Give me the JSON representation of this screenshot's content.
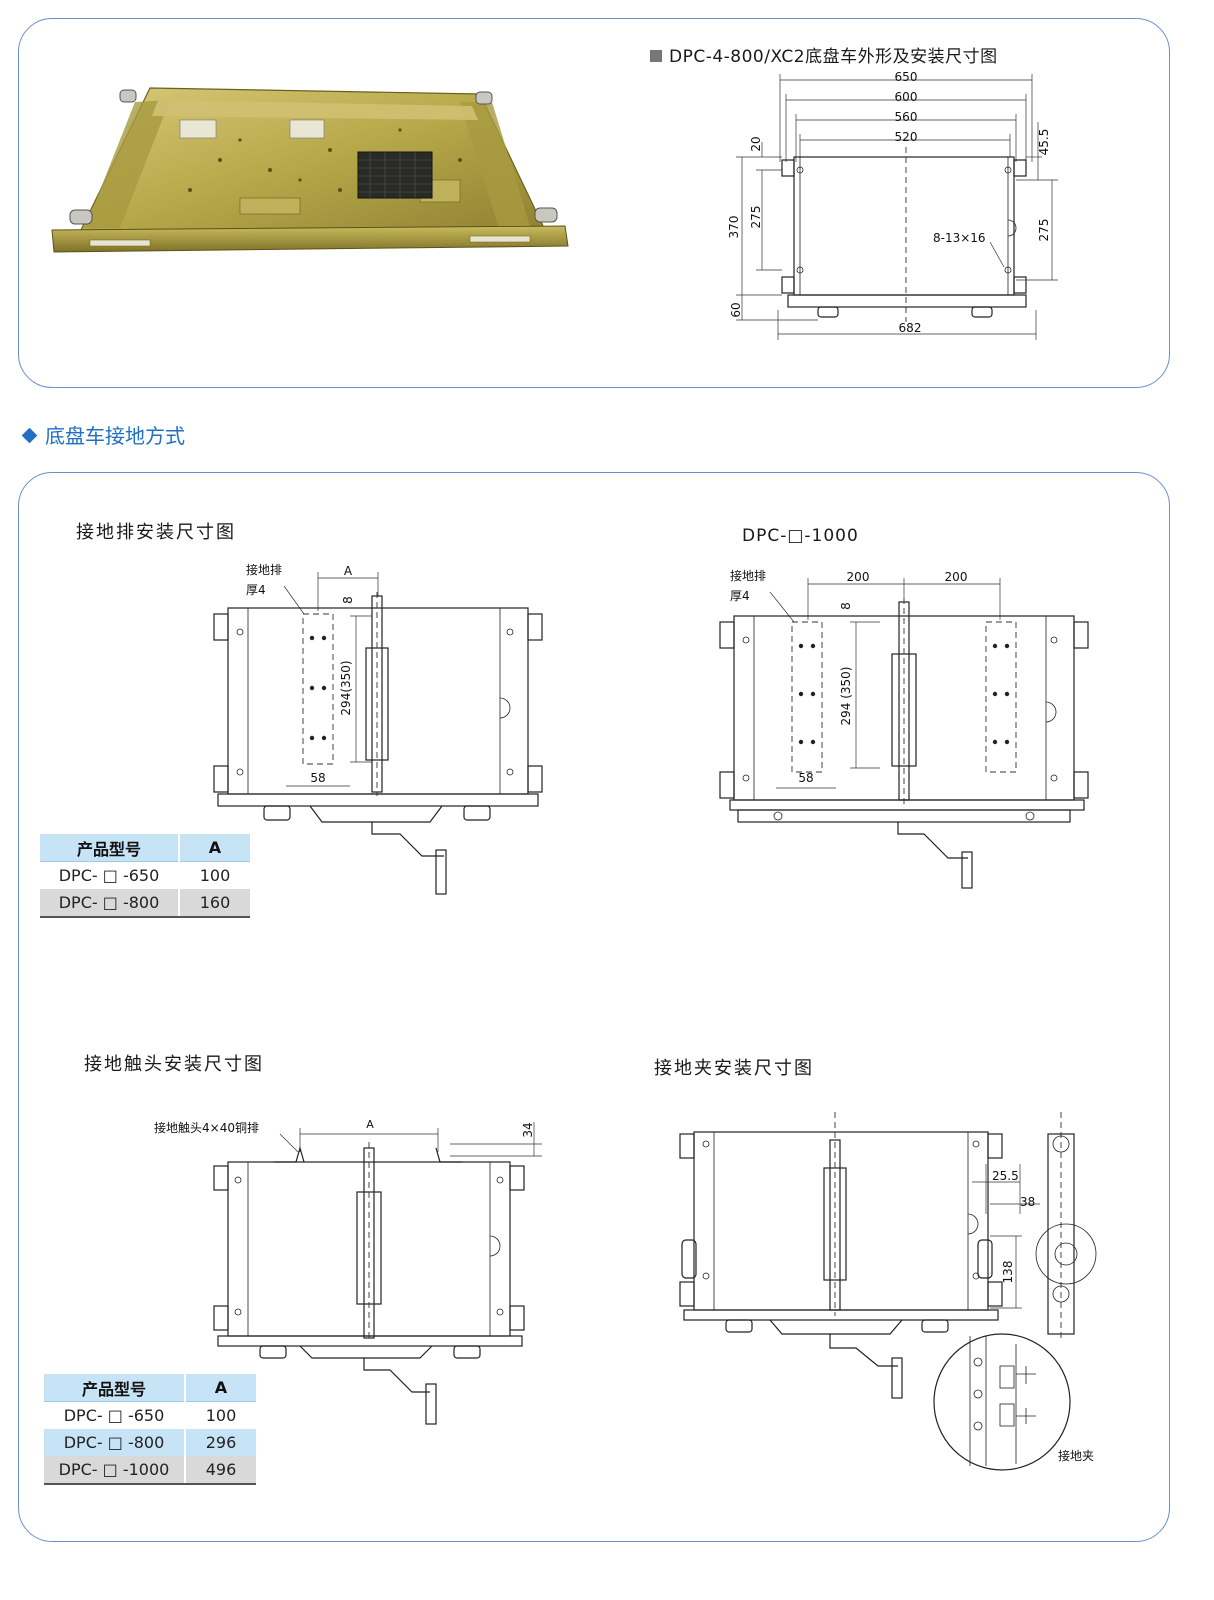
{
  "top_panel": {
    "drawing_title": "DPC-4-800/XC2底盘车外形及安装尺寸图",
    "dims": {
      "d650": "650",
      "d600": "600",
      "d560": "560",
      "d520": "520",
      "d20": "20",
      "d370": "370",
      "d275_left": "275",
      "d60": "60",
      "d45_5": "45.5",
      "d275_right": "275",
      "holes": "8-13×16",
      "d682": "682"
    }
  },
  "section": {
    "title": "底盘车接地方式",
    "bullet_color": "#1f6fc4",
    "title_color": "#1f6fc4"
  },
  "fig_grounding_bar": {
    "title": "接地排安装尺寸图",
    "label_bar": "接地排",
    "label_thick": "厚4",
    "dim_a": "A",
    "dim_8": "8",
    "dim_294": "294(350)",
    "dim_58": "58"
  },
  "fig_dpc1000": {
    "title": "DPC-□-1000",
    "label_bar": "接地排",
    "label_thick": "厚4",
    "dim_200a": "200",
    "dim_200b": "200",
    "dim_8": "8",
    "dim_294": "294 (350)",
    "dim_58": "58"
  },
  "table1": {
    "header": [
      "产品型号",
      "A"
    ],
    "rows": [
      [
        "DPC- □ -650",
        "100"
      ],
      [
        "DPC- □ -800",
        "160"
      ]
    ]
  },
  "fig_contact": {
    "title": "接地触头安装尺寸图",
    "label": "接地触头4×40铜排",
    "dim_a": "A",
    "dim_34": "34"
  },
  "table2": {
    "header": [
      "产品型号",
      "A"
    ],
    "rows": [
      [
        "DPC- □ -650",
        "100"
      ],
      [
        "DPC- □ -800",
        "296"
      ],
      [
        "DPC- □ -1000",
        "496"
      ]
    ]
  },
  "fig_clamp": {
    "title": "接地夹安装尺寸图",
    "dim_25_5": "25.5",
    "dim_38": "38",
    "dim_138": "138",
    "label_clamp": "接地夹"
  },
  "colors": {
    "panel_border": "#6a8fd0",
    "table_header": "#c7e4f7",
    "table_gray": "#d9d9d9"
  }
}
